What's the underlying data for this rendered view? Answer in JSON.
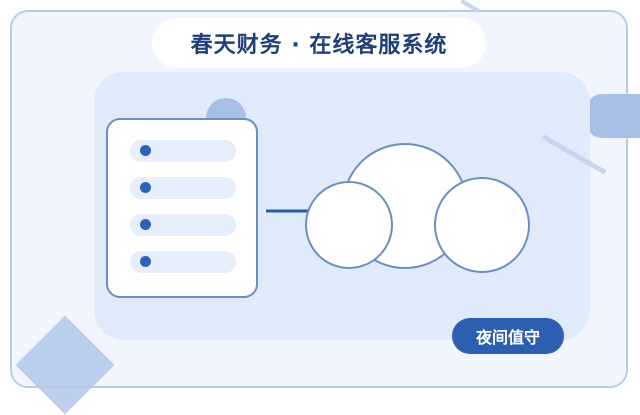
{
  "header": {
    "title": "春天财务 · 在线客服系统"
  },
  "status": {
    "badge_label": "夜间值守"
  },
  "illustration": {
    "list_rows": 4,
    "icons": [
      "server-list-icon",
      "cloud-icon"
    ]
  },
  "colors": {
    "accent": "#2c5fb0",
    "title_text": "#1f3f78",
    "panel": "#dfeafb",
    "background": "#f1f5fd",
    "outline": "#6d8fc0"
  }
}
